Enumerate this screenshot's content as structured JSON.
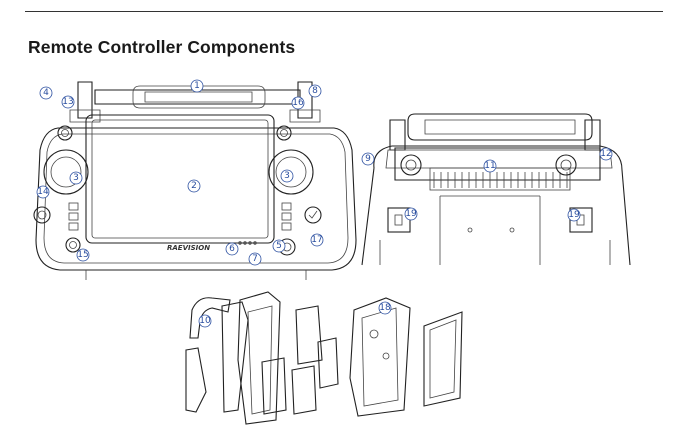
{
  "heading": "Remote Controller Components",
  "callouts": {
    "c1": "1",
    "c2": "2",
    "c3": "3",
    "c4": "4",
    "c5": "5",
    "c6": "6",
    "c7": "7",
    "c8": "8",
    "c9": "9",
    "c10": "10",
    "c11": "11",
    "c12": "12",
    "c13": "13",
    "c14": "14",
    "c15": "15",
    "c16": "16",
    "c17": "17",
    "c18": "18",
    "c19": "19"
  },
  "brand": "RAEVISION"
}
